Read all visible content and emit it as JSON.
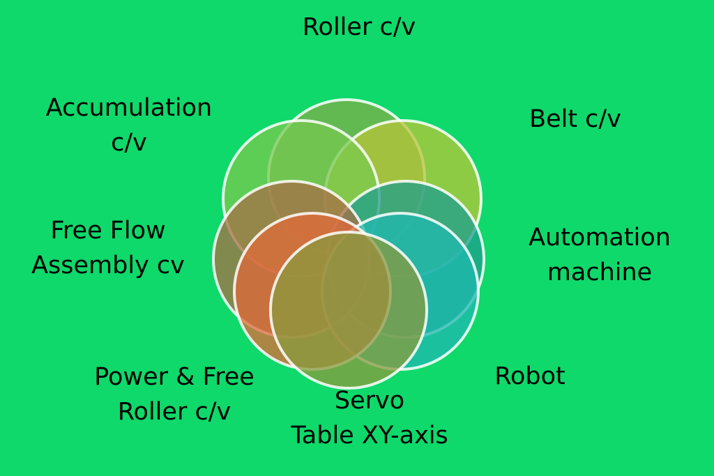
{
  "diagram": {
    "labels": {
      "roller": "Roller c/v",
      "belt": "Belt c/v",
      "accumulation_1": "Accumulation",
      "accumulation_2": "c/v",
      "freeflow_1": "Free Flow",
      "freeflow_2": "Assembly cv",
      "automation_1": "Automation",
      "automation_2": "machine",
      "power_1": "Power & Free",
      "power_2": "Roller c/v",
      "servo_1": "Servo",
      "servo_2": "Table XY-axis",
      "robot": "Robot"
    },
    "petals": [
      {
        "name": "roller",
        "color": "#7fae4a"
      },
      {
        "name": "belt",
        "color": "#b8c53a"
      },
      {
        "name": "accumulation",
        "color": "#78c850"
      },
      {
        "name": "automation",
        "color": "#1f9e8e"
      },
      {
        "name": "freeflow",
        "color": "#a86e45"
      },
      {
        "name": "robot",
        "color": "#20b8b0"
      },
      {
        "name": "power",
        "color": "#e06a3a"
      },
      {
        "name": "servo",
        "color": "#8a9a3e"
      }
    ]
  }
}
